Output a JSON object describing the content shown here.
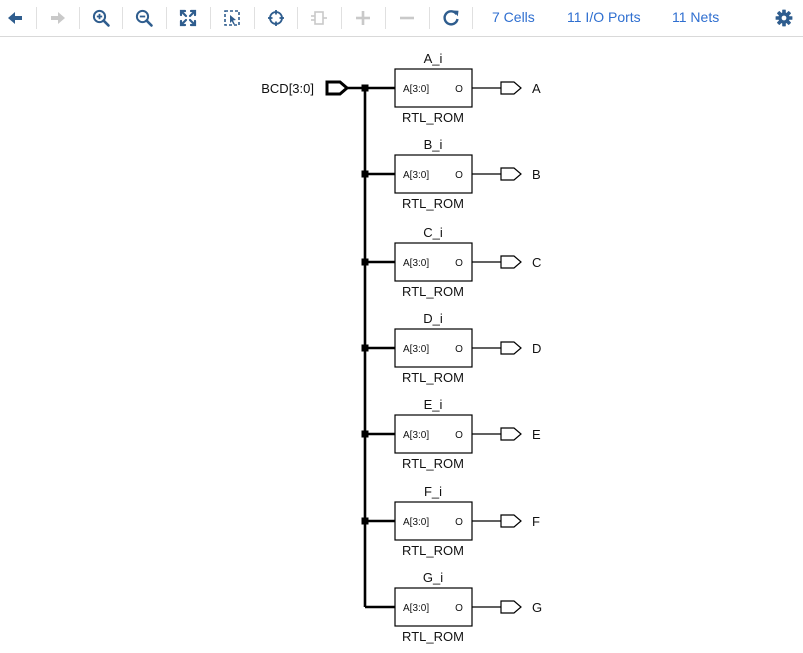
{
  "toolbar": {
    "buttons": [
      {
        "name": "back-arrow-icon",
        "enabled": true
      },
      {
        "name": "forward-arrow-icon",
        "enabled": false
      },
      {
        "name": "zoom-in-icon",
        "enabled": true
      },
      {
        "name": "zoom-out-icon",
        "enabled": true
      },
      {
        "name": "zoom-fit-icon",
        "enabled": true
      },
      {
        "name": "zoom-area-icon",
        "enabled": true
      },
      {
        "name": "crosshair-icon",
        "enabled": true
      },
      {
        "name": "regenerate-cell-icon",
        "enabled": false
      },
      {
        "name": "plus-icon",
        "enabled": false
      },
      {
        "name": "minus-icon",
        "enabled": false
      },
      {
        "name": "refresh-icon",
        "enabled": true
      }
    ],
    "cells_link": "7 Cells",
    "ports_link": "11 I/O Ports",
    "nets_link": "11 Nets",
    "settings_icon": "gear-icon",
    "colors": {
      "icon_active": "#2f5d8e",
      "icon_disabled": "#c9c9c9",
      "link": "#2f6fd0"
    }
  },
  "schematic": {
    "input_port": "BCD[3:0]",
    "cells": [
      {
        "instance": "A_i",
        "type": "RTL_ROM",
        "input_pin": "A[3:0]",
        "output_pin": "O",
        "output_port": "A"
      },
      {
        "instance": "B_i",
        "type": "RTL_ROM",
        "input_pin": "A[3:0]",
        "output_pin": "O",
        "output_port": "B"
      },
      {
        "instance": "C_i",
        "type": "RTL_ROM",
        "input_pin": "A[3:0]",
        "output_pin": "O",
        "output_port": "C"
      },
      {
        "instance": "D_i",
        "type": "RTL_ROM",
        "input_pin": "A[3:0]",
        "output_pin": "O",
        "output_port": "D"
      },
      {
        "instance": "E_i",
        "type": "RTL_ROM",
        "input_pin": "A[3:0]",
        "output_pin": "O",
        "output_port": "E"
      },
      {
        "instance": "F_i",
        "type": "RTL_ROM",
        "input_pin": "A[3:0]",
        "output_pin": "O",
        "output_port": "F"
      },
      {
        "instance": "G_i",
        "type": "RTL_ROM",
        "input_pin": "A[3:0]",
        "output_pin": "O",
        "output_port": "G"
      }
    ]
  }
}
